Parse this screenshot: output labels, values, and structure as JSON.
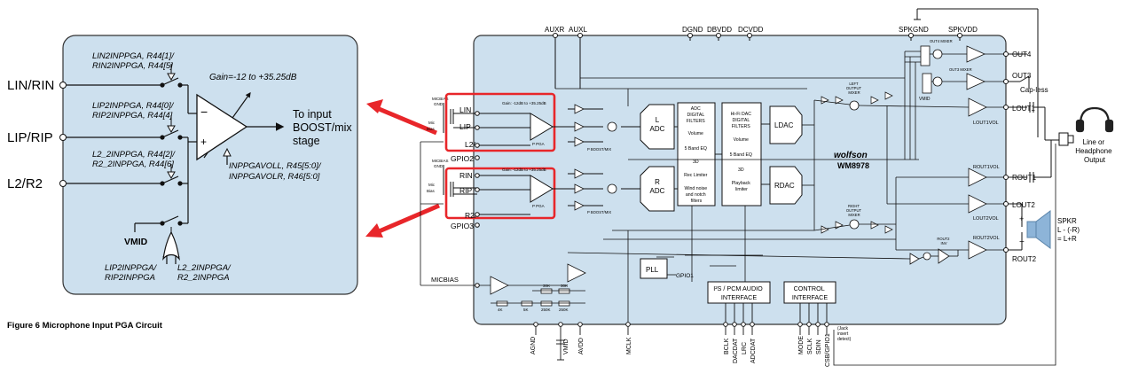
{
  "figure": {
    "caption": "Figure 6  Microphone Input PGA Circuit"
  },
  "detail": {
    "inputs": [
      "LIN/RIN",
      "LIP/RIP",
      "L2/R2"
    ],
    "switch_labels": [
      [
        "LIN2INPPGA, R44[1]/",
        "RIN2INPPGA, R44[5]"
      ],
      [
        "LIP2INPPGA, R44[0]/",
        "RIP2INPPGA, R44[4]"
      ],
      [
        "L2_2INPPGA, R44[2]/",
        "R2_2INPPGA, R44[6]"
      ]
    ],
    "gain": "Gain=-12 to +35.25dB",
    "output": [
      "To input",
      "BOOST/mix",
      "stage"
    ],
    "vol_label": [
      "INPPGAVOLL, R45[5:0]/",
      "INPPGAVOLR, R46[5:0]"
    ],
    "vmid": "VMID",
    "gate_labels": [
      [
        "LIP2INPPGA/",
        "RIP2INPPGA"
      ],
      [
        "L2_2INPPGA/",
        "R2_2INPPGA"
      ]
    ],
    "minus": "−",
    "plus": "+"
  },
  "chip": {
    "top_pins": [
      "AUXR",
      "AUXL",
      "DGND",
      "DBVDD",
      "DCVDD",
      "SPKGND",
      "SPKVDD"
    ],
    "left_pins": {
      "micbias_l": [
        "MICBIAS",
        "GND"
      ],
      "micbias_r": [
        "MICBIAS",
        "GND"
      ],
      "mic_l": [
        "Mic",
        "Bias"
      ],
      "mic_r": [
        "Mic",
        "Bias"
      ],
      "lin": "LIN",
      "lip": "LIP",
      "l2": "L2/",
      "gpio2": "GPIO2",
      "rin": "RIN",
      "rip": "RIP",
      "r2": "R2/",
      "gpio3": "GPIO3",
      "micbias": "MICBIAS"
    },
    "pga_gain": "Gain: -12dB to +35.25dB",
    "pga_label": "P PGA",
    "boost_label": "P BOOST/MIX",
    "adc_l": [
      "L",
      "ADC"
    ],
    "adc_r": [
      "R",
      "ADC"
    ],
    "adc_filters": [
      "ADC",
      "DIGITAL",
      "FILTERS",
      "Volume",
      "5 Band EQ",
      "3D",
      "Rec Limiter",
      "Wind noise",
      "and notch",
      "filters"
    ],
    "dac_filters": [
      "Hi-Fi DAC",
      "DIGITAL",
      "FILTERS",
      "Volume",
      "5 Band EQ",
      "3D",
      "Playback",
      "limiter"
    ],
    "ldac": "LDAC",
    "rdac": "RDAC",
    "brand": "wolfson",
    "model": "WM8978",
    "mixers": {
      "left": [
        "LEFT",
        "OUTPUT",
        "MIXER"
      ],
      "right": [
        "RIGHT",
        "OUTPUT",
        "MIXER"
      ],
      "out4": "OUT4 MIXER",
      "out3": "OUT3 MIXER",
      "rout2inv": [
        "ROUT2",
        "INV"
      ]
    },
    "vmid": "VMID",
    "pll": "PLL",
    "gpio1": "GPIO1",
    "i2s": [
      "I²S / PCM AUDIO",
      "INTERFACE"
    ],
    "control": [
      "CONTROL",
      "INTERFACE"
    ],
    "resistors": [
      "4K",
      "5K",
      "30K",
      "30K",
      "250K",
      "250K"
    ],
    "right_pins": [
      "OUT4",
      "OUT3",
      "LOUT1",
      "ROUT1",
      "LOUT2",
      "ROUT2"
    ],
    "vol_labels": [
      "LOUT1VOL",
      "ROUT1VOL",
      "LOUT2VOL",
      "ROUT2VOL"
    ],
    "bottom_pins": [
      "AGND",
      "VMID",
      "AVDD",
      "MCLK",
      "BCLK",
      "DACDAT",
      "LRC",
      "ADCDAT",
      "MODE",
      "SCLK",
      "SDIN",
      "CSB/GPIO1"
    ],
    "jack_note": [
      "(Jack",
      "insert",
      "detect)"
    ]
  },
  "outputs": {
    "capless": "Cap-less",
    "headphone": [
      "Line or",
      "Headphone",
      "Output"
    ],
    "speaker": [
      "SPKR",
      "L - (-R)",
      "= L+R"
    ]
  },
  "colors": {
    "panel": "#cde0ee",
    "highlight": "#e8262a"
  }
}
